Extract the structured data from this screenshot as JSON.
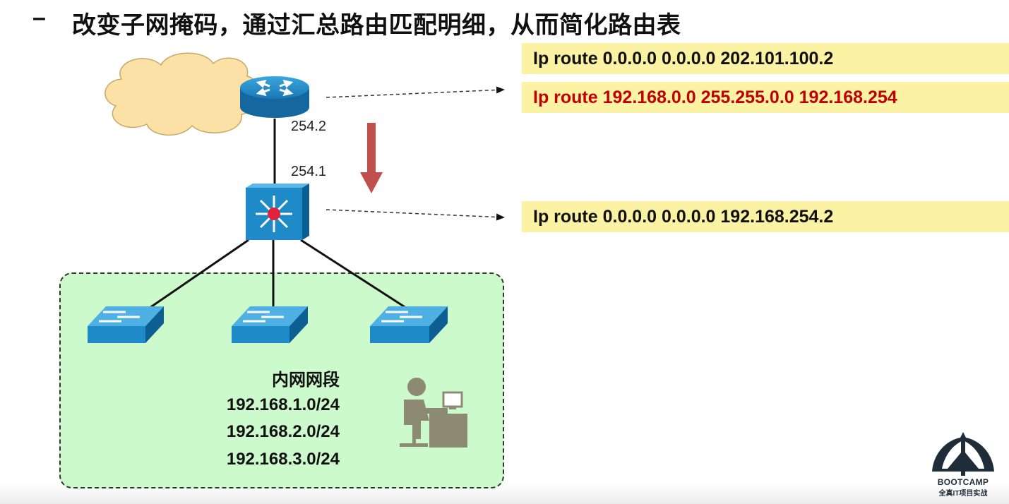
{
  "slide": {
    "title_marker": "–",
    "title": "改变子网掩码，通过汇总路由匹配明细，从而简化路由表"
  },
  "routes": [
    {
      "text": "Ip route 0.0.0.0 0.0.0.0 202.101.100.2",
      "color": "#111111"
    },
    {
      "text": "Ip route 192.168.0.0 255.255.0.0 192.168.254",
      "color": "#c00000"
    },
    {
      "text": "Ip route 0.0.0.0 0.0.0.0 192.168.254.2",
      "color": "#111111"
    }
  ],
  "interfaces": {
    "router_side": "254.2",
    "switch_side": "254.1"
  },
  "lan": {
    "title": "内网网段",
    "networks": [
      "192.168.1.0/24",
      "192.168.2.0/24",
      "192.168.3.0/24"
    ]
  },
  "icons": {
    "cloud": "internet-cloud-icon",
    "router": "router-icon",
    "core_switch": "layer3-switch-icon",
    "access_switch": "workgroup-switch-icon",
    "user": "user-workstation-icon",
    "arrow": "down-arrow-icon"
  },
  "colors": {
    "route_box_bg": "#fbf3a3",
    "lan_zone_bg": "#ccfacc",
    "cisco_blue": "#1e8bc8",
    "arrow_red": "#c0504d"
  },
  "logo": {
    "name": "BOOTCAMP",
    "tagline": "全真IT项目实战"
  }
}
